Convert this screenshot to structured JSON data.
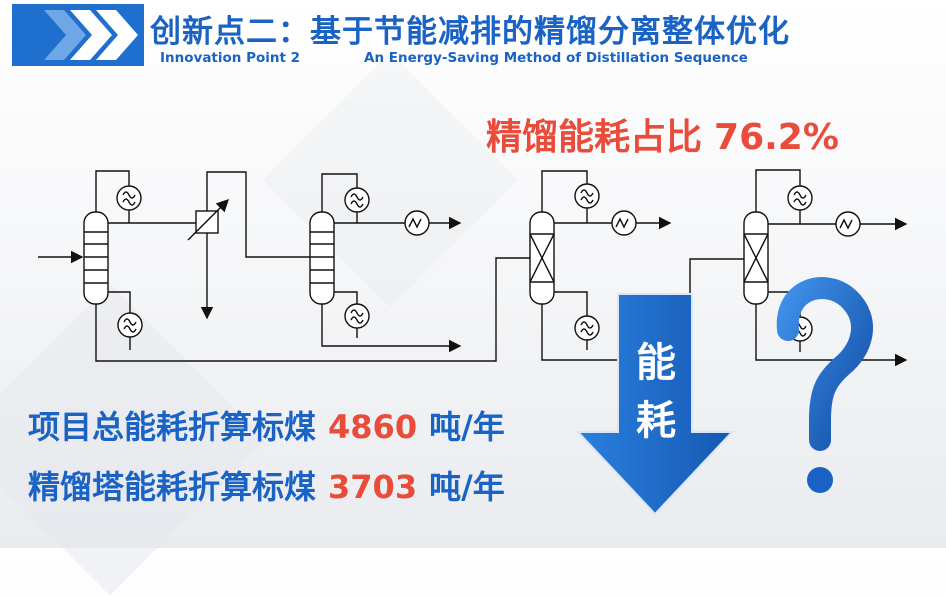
{
  "header": {
    "title": "创新点二：基于节能减排的精馏分离整体优化",
    "subtitle_left": "Innovation Point  2",
    "subtitle_right": "An Energy-Saving Method of Distillation Sequence"
  },
  "highlight": {
    "label": "精馏能耗占比",
    "value": "76.2%"
  },
  "stats": [
    {
      "label": "项目总能耗折算标煤",
      "value": "4860",
      "unit": "吨/年"
    },
    {
      "label": "精馏塔能耗折算标煤",
      "value": "3703",
      "unit": "吨/年"
    }
  ],
  "arrow": {
    "chars": [
      "能",
      "耗"
    ]
  },
  "symbol": {
    "question_mark": "?"
  },
  "colors": {
    "primary_blue": "#1a63c4",
    "accent_red": "#e94c3a",
    "arrow_blue": "#1e6fce"
  },
  "icons": [
    "chevron-right-icon",
    "condenser-icon",
    "reboiler-icon",
    "heat-exchanger-icon",
    "column-icon",
    "down-arrow-icon",
    "question-mark-icon"
  ]
}
